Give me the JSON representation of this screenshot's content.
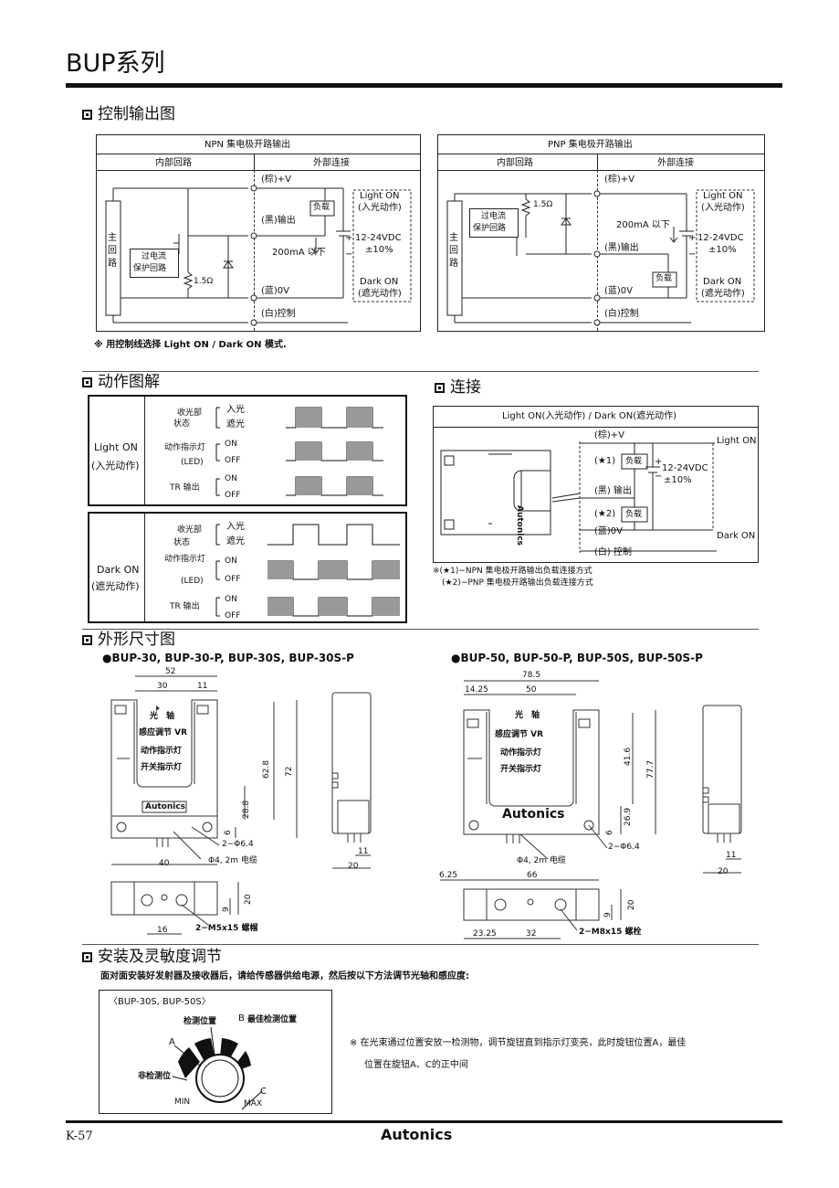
{
  "header": {
    "title": "BUP系列"
  },
  "sections": {
    "control_output": "控制输出图",
    "timing": "动作图解",
    "connection": "连接",
    "dimensions": "外形尺寸图",
    "install": "安装及灵敏度调节"
  },
  "npn": {
    "title": "NPN 集电极开路输出",
    "internal": "内部回路",
    "external": "外部连接",
    "brown": "(棕)+V",
    "black": "(黑)输出",
    "blue": "(蓝)0V",
    "white": "(白)控制",
    "load": "负载",
    "main_circuit": [
      "主",
      "回",
      "路"
    ],
    "protect1": "过电流",
    "protect2": "保护回路",
    "resistor": "1.5Ω",
    "current": "200mA 以下",
    "supply": "12-24VDC",
    "tolerance": "±10%",
    "light_on": "Light ON",
    "light_on_cn": "(入光动作)",
    "dark_on": "Dark ON",
    "dark_on_cn": "(遮光动作)",
    "plus": "+",
    "minus": "−"
  },
  "pnp": {
    "title": "PNP 集电极开路输出",
    "internal": "内部回路",
    "external": "外部连接",
    "brown": "(棕)+V",
    "black": "(黑)输出",
    "blue": "(蓝)0V",
    "white": "(白)控制",
    "load": "负载",
    "main_circuit": [
      "主",
      "回",
      "路"
    ],
    "protect1": "过电流",
    "protect2": "保护回路",
    "resistor": "1.5Ω",
    "current": "200mA 以下",
    "supply": "12-24VDC",
    "tolerance": "±10%",
    "light_on": "Light ON",
    "light_on_cn": "(入光动作)",
    "dark_on": "Dark ON",
    "dark_on_cn": "(遮光动作)",
    "plus": "+",
    "minus": "−"
  },
  "control_note": "※ 用控制线选择 Light ON / Dark ON 模式.",
  "timing": {
    "light_on": {
      "label": "Light ON",
      "label_cn": "(入光动作)"
    },
    "dark_on": {
      "label": "Dark ON",
      "label_cn": "(遮光动作)"
    },
    "rows": {
      "recv_state_1": "收光部",
      "recv_state_2": "状态",
      "incident": "入光",
      "block": "遮光",
      "led_1": "动作指示灯",
      "led_2": "(LED)",
      "on": "ON",
      "off": "OFF",
      "tr": "TR 输出"
    }
  },
  "connection": {
    "title": "Light ON(入光动作) / Dark ON(遮光动作)",
    "brown": "(棕)+V",
    "star1": "(★1)",
    "star2": "(★2)",
    "load": "负载",
    "black": "(黑) 输出",
    "blue": "(蓝)0V",
    "white": "(白) 控制",
    "supply": "12-24VDC",
    "tolerance": "±10%",
    "light_on": "Light ON",
    "dark_on": "Dark ON",
    "brand": "Autonics",
    "plus": "+",
    "minus": "−",
    "note1": "※(★1)−NPN 集电极开路输出负载连接方式",
    "note2": "(★2)−PNP 集电极开路输出负载连接方式"
  },
  "dims": {
    "left": {
      "title": "●BUP-30, BUP-30-P, BUP-30S, BUP-30S-P",
      "d52": "52",
      "d30": "30",
      "d11": "11",
      "d62_8": "62.8",
      "d72": "72",
      "d28_8": "28.8",
      "d6": "6",
      "d40": "40",
      "d2phi": "2−Φ6.4",
      "cable": "Φ4, 2m 电缆",
      "d11b": "11",
      "d20": "20",
      "d9": "9",
      "d20b": "20",
      "d16": "16",
      "screw": "2−M5x15 螺帽",
      "optical_axis": "光　轴",
      "vr": "感应调节 VR",
      "led_op": "动作指示灯",
      "led_sw": "开关指示灯",
      "brand": "Autonics"
    },
    "right": {
      "title": "●BUP-50, BUP-50-P, BUP-50S, BUP-50S-P",
      "d78_5": "78.5",
      "d14_25": "14.25",
      "d50": "50",
      "d41_6": "41.6",
      "d77_7": "77.7",
      "d26_9": "26.9",
      "d6": "6",
      "d2phi": "2−Φ6.4",
      "cable": "Φ4, 2m 电缆",
      "d6_25": "6.25",
      "d66": "66",
      "d11": "11",
      "d20": "20",
      "d9": "9",
      "d20b": "20",
      "d23_25": "23.25",
      "d32": "32",
      "screw": "2−M8x15 螺栓",
      "optical_axis": "光　轴",
      "vr": "感应调节 VR",
      "led_op": "动作指示灯",
      "led_sw": "开关指示灯",
      "brand": "Autonics"
    }
  },
  "install": {
    "intro": "面对面安装好发射器及接收器后，请给传感器供给电源，然后按以下方法调节光轴和感应度:",
    "box_title": "〈BUP-30S, BUP-50S〉",
    "detect_pos": "检测位置",
    "best_pos": "最佳检测位置",
    "a": "A",
    "b": "B",
    "c": "C",
    "non_detect": "非检测位",
    "min": "MIN",
    "max": "MAX",
    "note1": "※  在光束通过位置安放一检测物，调节旋钮直到指示灯变亮，此时旋钮位置A，最佳",
    "note2": "位置在旋钮A、C的正中间"
  },
  "footer": {
    "page": "K-57",
    "brand": "Autonics"
  }
}
